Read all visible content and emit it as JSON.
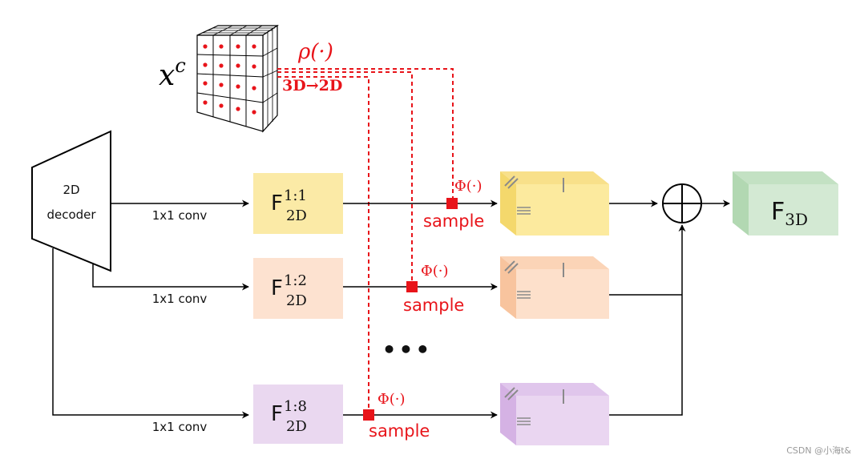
{
  "input": {
    "symbol_base": "x",
    "symbol_superscript": "c"
  },
  "projection": {
    "rho_label": "ρ(·)",
    "direction_label": "3D→2D"
  },
  "decoder": {
    "label_line1": "2D",
    "label_line2": "decoder"
  },
  "branches": [
    {
      "conv_label": "1x1 conv",
      "feature_base": "F",
      "feature_sup": "1:1",
      "feature_sub": "2D",
      "phi_label": "Φ(·)",
      "sample_label": "sample",
      "color": "#fbeaa6",
      "volume_color": "#fcea9e",
      "volume_side": "#f4d86c"
    },
    {
      "conv_label": "1x1 conv",
      "feature_base": "F",
      "feature_sup": "1:2",
      "feature_sub": "2D",
      "phi_label": "Φ(·)",
      "sample_label": "sample",
      "color": "#fde2d0",
      "volume_color": "#fde0cb",
      "volume_side": "#f8c49e"
    },
    {
      "conv_label": "1x1 conv",
      "feature_base": "F",
      "feature_sup": "1:8",
      "feature_sub": "2D",
      "phi_label": "Φ(·)",
      "sample_label": "sample",
      "color": "#ead8f0",
      "volume_color": "#ead6f1",
      "volume_side": "#d5b2e4"
    }
  ],
  "ellipsis": "•••",
  "output": {
    "feature_base": "F",
    "feature_sub": "3D",
    "color": "#d3e9d3",
    "side_color": "#b2d8b2"
  },
  "watermark": "CSDN @小海t&"
}
